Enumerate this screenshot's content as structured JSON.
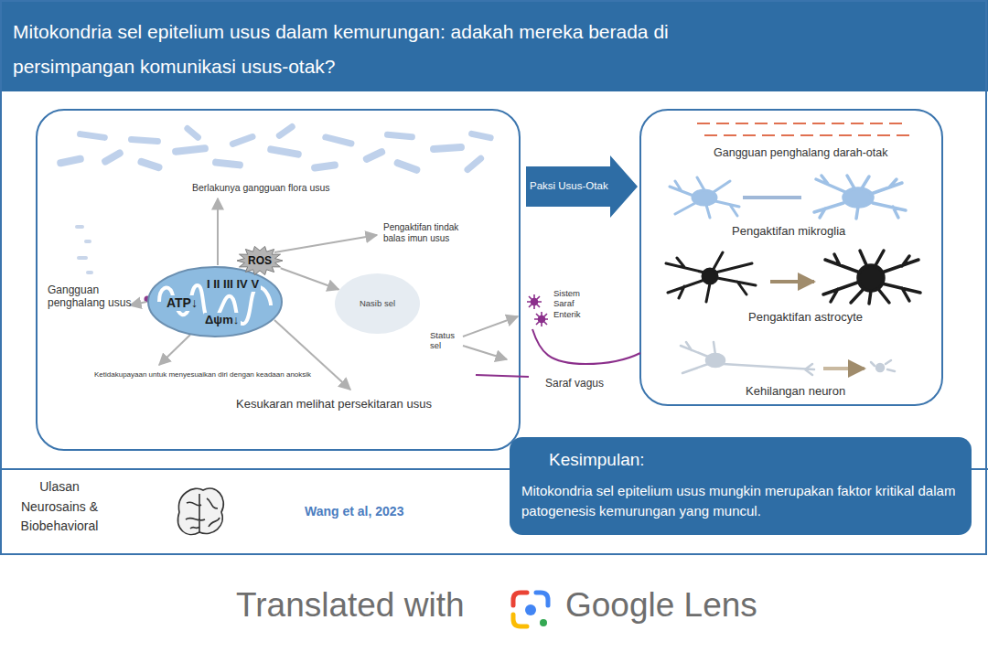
{
  "diagram": {
    "title": "Mitokondria sel epitelium usus dalam kemurungan: adakah mereka berada di persimpangan komunikasi usus-otak?",
    "nodes": [
      {
        "text": [
          "I II III IV V",
          "ATP↓",
          "Δψm↓"
        ]
      },
      {
        "text": [
          "ROS"
        ]
      },
      {
        "text": [
          "Nasib sel"
        ]
      },
      {
        "text": [
          "Paksi Usus-Otak"
        ]
      },
      {
        "text": [
          "Kesimpulan:",
          "Mitokondria sel epitelium usus mungkin merupakan faktor kritikal dalam patogenesis kemurungan yang muncul."
        ]
      }
    ],
    "edges": [
      {
        "from": 1,
        "to": 2,
        "arrow": "to"
      }
    ],
    "labels": [
      "Berlakunya gangguan flora usus",
      "Pengaktifan tindak balas imun usus",
      "Gangguan penghalang usus",
      "Ketidakupayaan untuk menyesuaikan diri dengan keadaan anoksik",
      "Kesukaran melihat persekitaran usus",
      "Status sel",
      "Sistem Saraf Enterik",
      "Saraf vagus",
      "Gangguan penghalang darah-otak",
      "Pengaktifan mikroglia",
      "Pengaktifan astrocyte",
      "Kehilangan neuron",
      "Ulasan Neurosains & Biobehavioral",
      "Wang et al, 2023",
      "Translated with",
      "Google Lens"
    ]
  }
}
